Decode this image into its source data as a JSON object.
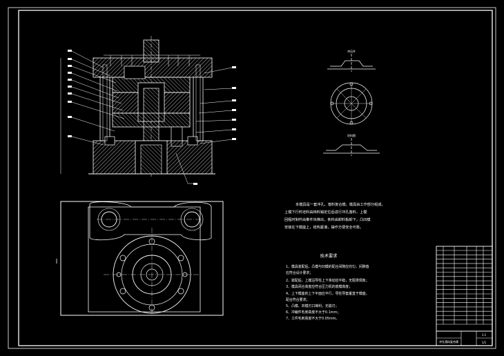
{
  "drawing": {
    "background": "#000000",
    "line_color": "#ffffff",
    "accent_color": "#ffff00",
    "view_labels": {
      "top_detail": "冲压件",
      "bottom_detail": "坯料图"
    },
    "technical_requirements_title": "技术要求",
    "notes_paragraph": [
      "本模具是一套冲孔、落料复合模，模具由工作部分组成，",
      "上模下行时坯料由挡料销定位后进行冲孔落料，上模",
      "回程时制件由推件块推出，条料由卸料板卸下，凸凹模",
      "安装在下模座上，结构紧凑，操作方便安全可靠。"
    ],
    "requirements": [
      "1、模具装配后，凸模与凹模的配合间隙应均匀，间隙值",
      "   应符合设计要求；",
      "2、装配后，上模沿导柱上下滑动应平稳，无阻滞现象；",
      "3、模具闭合高度应符合压力机的装模高度；",
      "4、上下模座的上下平面应平行，导柱导套垂直于模座，",
      "   配合符合要求；",
      "5、凸模、凹模刃口锋利，无崩刃；",
      "6、冲裁件毛刺高度不大于0.1mm；",
      "7、工件毛刺高度不大于0.05mm。"
    ]
  },
  "title_block": {
    "drawing_name": "冲孔落料复合模",
    "scale": "1:1",
    "sheet": "1/1"
  }
}
